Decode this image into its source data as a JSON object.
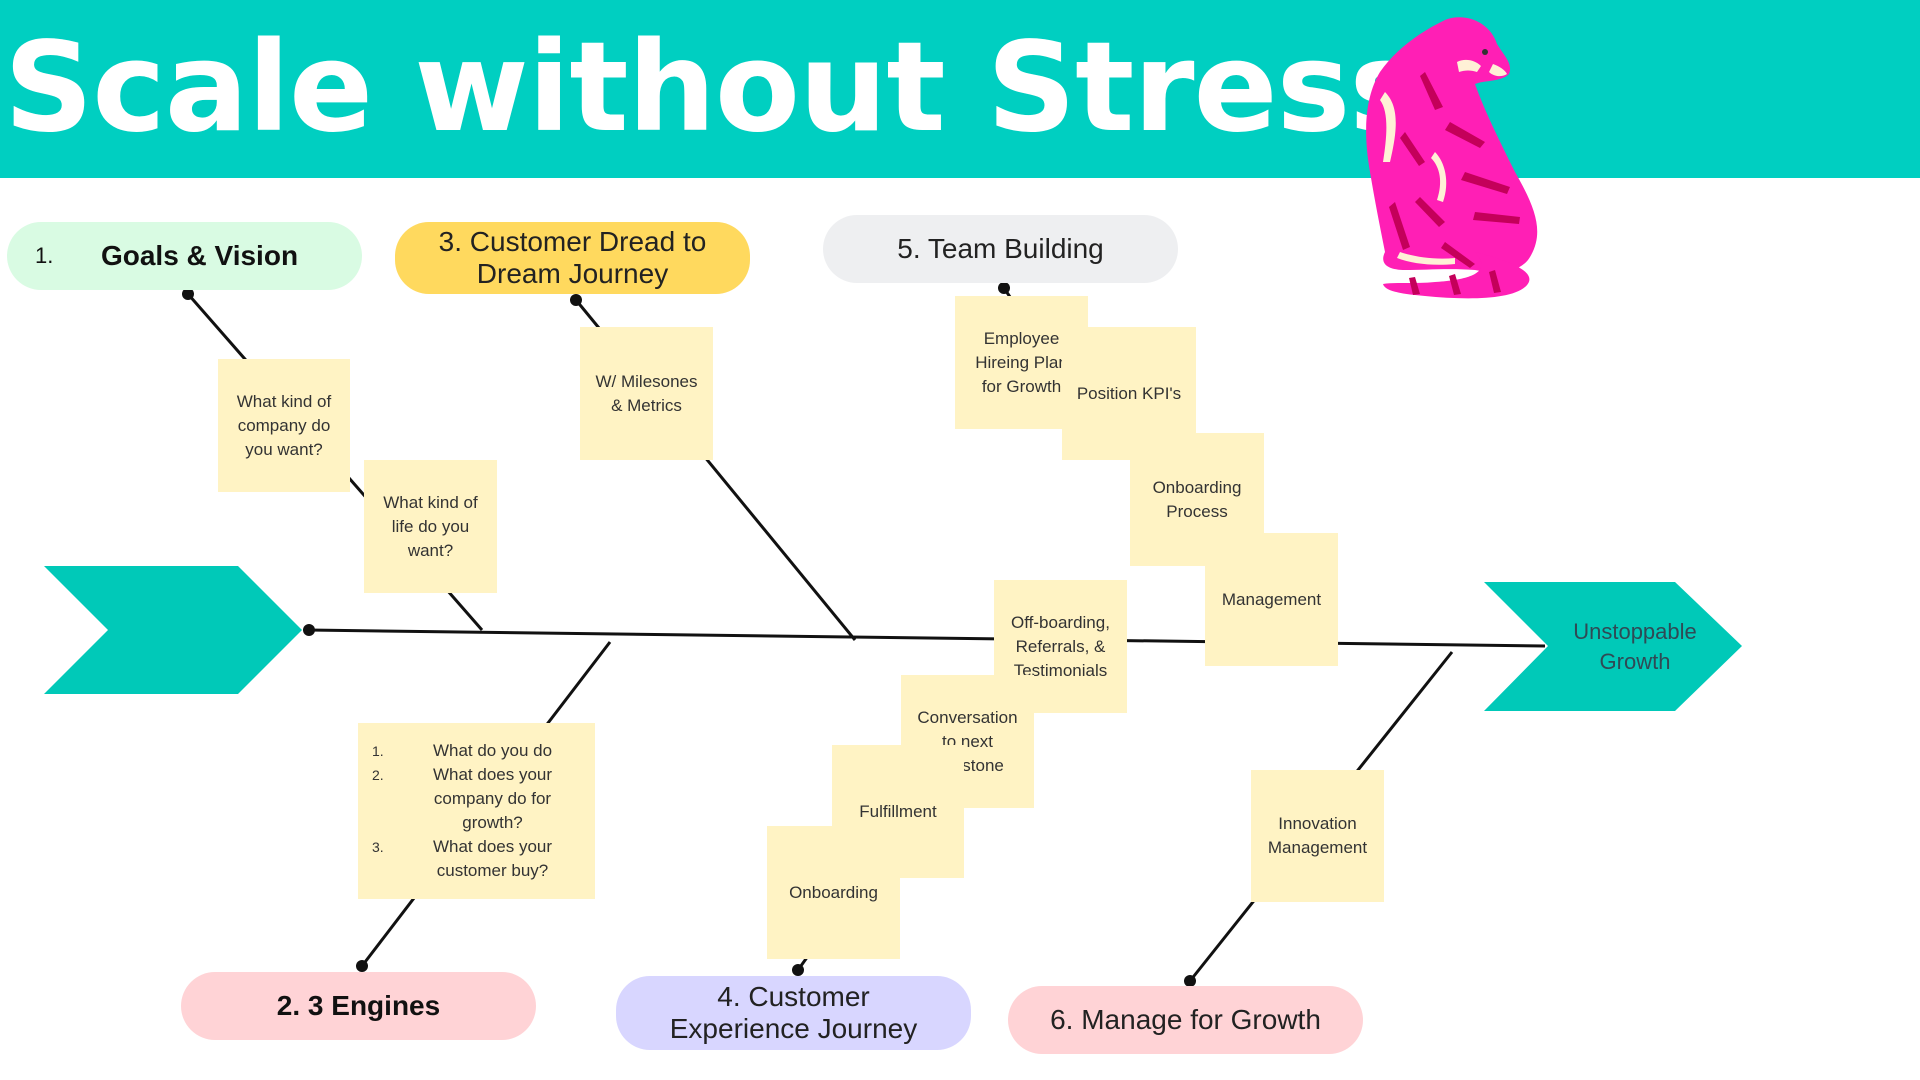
{
  "title": "Scale without Stress",
  "colors": {
    "banner": "#00cfc1",
    "arrow": "#00c9b8",
    "sticky": "#fff3c4",
    "goals": "#d9fbe3",
    "dread": "#ffd95e",
    "team": "#eeeff1",
    "engines": "#ffd3d6",
    "experience": "#d8d6ff",
    "manage": "#ffd3d6"
  },
  "outcome": "Unstoppable Growth",
  "categories": {
    "goals": {
      "number": "1.",
      "label": "Goals & Vision"
    },
    "dread": {
      "label": "3. Customer Dread to Dream Journey"
    },
    "team": {
      "label": "5. Team Building"
    },
    "engines": {
      "label": "2.  3 Engines"
    },
    "experience": {
      "label": "4. Customer Experience Journey"
    },
    "manage": {
      "label": "6. Manage for Growth"
    }
  },
  "notes": {
    "company": "What kind of company do you want?",
    "life": "What kind of life do you want?",
    "milestones": "W/ Milesones & Metrics",
    "hiring": "Employee Hireing Plan for Growth",
    "kpi": "Position KPI's",
    "onboarding_process": "Onboarding Process",
    "management": "Management",
    "offboarding": "Off-boarding, Referrals, & Testimonials",
    "conversation": "Conversation to next milestone",
    "fulfillment": "Fulfillment",
    "onboarding": "Onboarding",
    "innovation": "Innovation Management"
  },
  "engines_list": [
    {
      "num": "1.",
      "text": "What do you do"
    },
    {
      "num": "2.",
      "text": "What does your company do for growth?"
    },
    {
      "num": "3.",
      "text": "What does your customer buy?"
    }
  ],
  "mascot": "tiger-illustration"
}
